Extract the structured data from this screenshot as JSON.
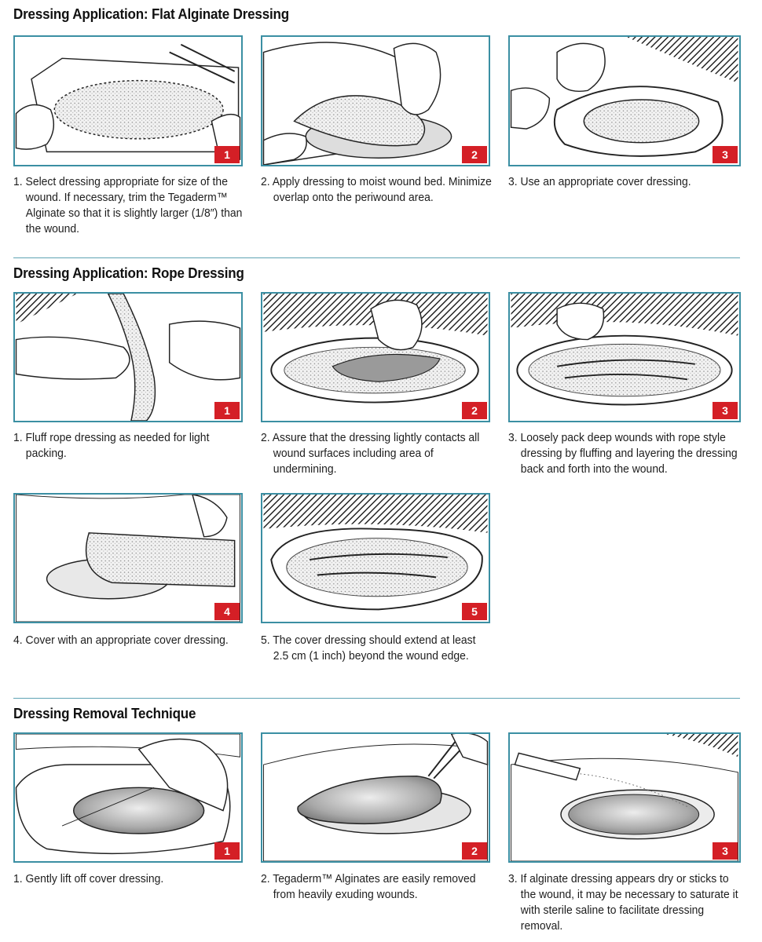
{
  "sections": [
    {
      "title": "Dressing Application: Flat Alginate Dressing",
      "steps": [
        {
          "badge": "1",
          "text": "1. Select dressing appropriate for size of the wound. If necessary, trim the Tegaderm™ Alginate so that it is slightly larger (1/8″) than the wound."
        },
        {
          "badge": "2",
          "text": "2. Apply dressing to moist wound bed. Minimize overlap onto the periwound area."
        },
        {
          "badge": "3",
          "text": "3. Use an appropriate cover dressing."
        }
      ]
    },
    {
      "title": "Dressing Application: Rope Dressing",
      "steps": [
        {
          "badge": "1",
          "text": "1. Fluff rope dressing as needed for light packing."
        },
        {
          "badge": "2",
          "text": "2. Assure that the dressing lightly contacts all wound surfaces including area of undermining."
        },
        {
          "badge": "3",
          "text": "3. Loosely pack deep wounds with rope style dressing by fluffing and layering the dressing back and forth into the wound."
        },
        {
          "badge": "4",
          "text": "4. Cover with an appropriate cover dressing."
        },
        {
          "badge": "5",
          "text": "5. The cover dressing should extend at least 2.5 cm (1 inch) beyond the wound edge."
        }
      ]
    },
    {
      "title": "Dressing Removal Technique",
      "steps": [
        {
          "badge": "1",
          "text": "1. Gently lift off cover dressing."
        },
        {
          "badge": "2",
          "text": "2. Tegaderm™ Alginates are easily removed from heavily exuding wounds."
        },
        {
          "badge": "3",
          "text": "3. If alginate dressing appears dry or sticks to the wound, it may be necessary to saturate it with sterile saline to facilitate dressing removal."
        }
      ]
    }
  ],
  "colors": {
    "panel_border": "#3b8fa3",
    "badge": "#d41f26",
    "divider": "#5fa3b4"
  }
}
